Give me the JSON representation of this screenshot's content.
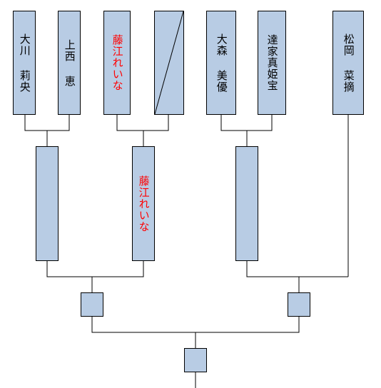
{
  "colors": {
    "box_fill": "#b8cce4",
    "box_border": "#000000",
    "line": "#000000",
    "highlight_text": "#ff0000",
    "normal_text": "#000000"
  },
  "players": [
    {
      "name": "大川 莉央",
      "highlight": false
    },
    {
      "name": "上西 恵",
      "highlight": false
    },
    {
      "name": "藤江れいな",
      "highlight": true
    },
    {
      "name": "",
      "highlight": false,
      "bye": true
    },
    {
      "name": "大森 美優",
      "highlight": false
    },
    {
      "name": "達家真姫宝",
      "highlight": false
    },
    {
      "name": "松岡 菜摘",
      "highlight": false
    }
  ],
  "round2": [
    {
      "name": "",
      "highlight": false
    },
    {
      "name": "藤江れいな",
      "highlight": true
    },
    {
      "name": "",
      "highlight": false
    }
  ],
  "semifinal": [
    {
      "name": ""
    },
    {
      "name": ""
    }
  ],
  "final": {
    "name": ""
  }
}
